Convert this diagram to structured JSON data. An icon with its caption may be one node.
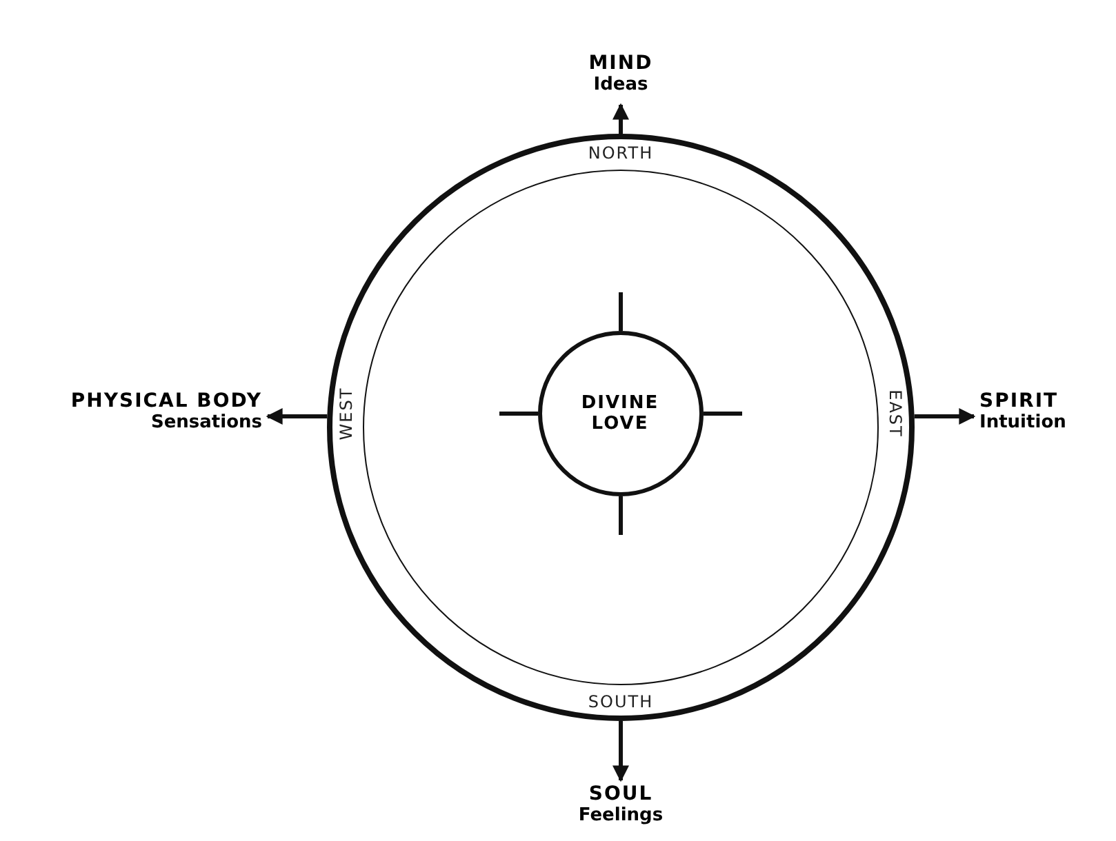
{
  "diagram": {
    "nodes": [
      {
        "text": [
          "MIND",
          "Ideas"
        ]
      },
      {
        "text": [
          "NORTH",
          "WEST",
          "EAST",
          "SOUTH"
        ]
      },
      {
        "text": [],
        "shape": "circle",
        "in": 1
      },
      {
        "text": [
          "DIVINE LOVE"
        ],
        "in": 2
      },
      {
        "text": [
          "PHYSICAL BODY",
          "Sensations"
        ]
      },
      {
        "text": [
          "SPIRIT",
          "Intuition"
        ]
      },
      {
        "text": [
          "SOUL",
          "Feelings"
        ]
      }
    ],
    "edges": [
      {
        "from": 1,
        "to": 0,
        "arrow": "to"
      },
      {
        "from": 1,
        "to": 4,
        "arrow": "to"
      },
      {
        "from": 1,
        "to": 5,
        "arrow": "to"
      },
      {
        "from": 1,
        "to": 6,
        "arrow": "to"
      }
    ]
  }
}
